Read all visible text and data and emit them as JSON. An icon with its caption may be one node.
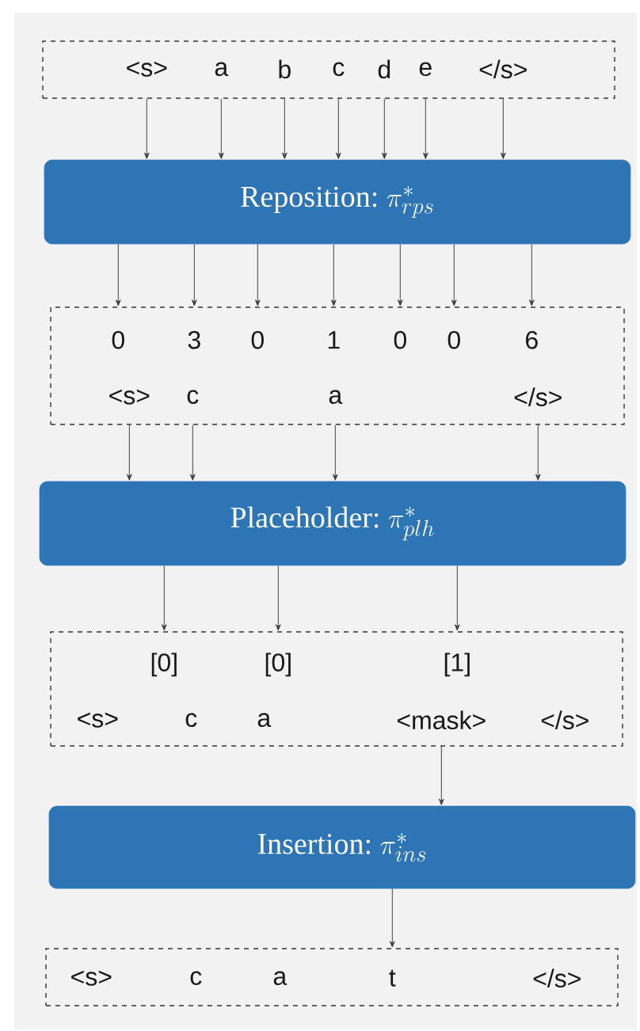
{
  "diagram": {
    "nodes": [
      {
        "text": [],
        "shape": "box"
      },
      {
        "text": [
          "<s>"
        ],
        "in": 0
      },
      {
        "text": [
          "a"
        ],
        "in": 0
      },
      {
        "text": [
          "b"
        ],
        "in": 0
      },
      {
        "text": [
          "c"
        ],
        "in": 0
      },
      {
        "text": [
          "d"
        ],
        "in": 0
      },
      {
        "text": [
          "e"
        ],
        "in": 0
      },
      {
        "text": [
          "</s>"
        ],
        "in": 0
      },
      {
        "text": [
          "Reposition:",
          "\\pi^{*}_{rps}"
        ]
      },
      {
        "text": [],
        "shape": "box"
      },
      {
        "text": [
          "0"
        ],
        "in": 9
      },
      {
        "text": [
          "3"
        ],
        "in": 9
      },
      {
        "text": [
          "0"
        ],
        "in": 9
      },
      {
        "text": [
          "1"
        ],
        "in": 9
      },
      {
        "text": [
          "0"
        ],
        "in": 9
      },
      {
        "text": [
          "0"
        ],
        "in": 9
      },
      {
        "text": [
          "6"
        ],
        "in": 9
      },
      {
        "text": [
          "<s>"
        ],
        "in": 9
      },
      {
        "text": [
          "c"
        ],
        "in": 9
      },
      {
        "text": [
          "a"
        ],
        "in": 9
      },
      {
        "text": [
          "</s>"
        ],
        "in": 9
      },
      {
        "text": [
          "Placeholder:",
          "\\pi^{*}_{plh}"
        ]
      },
      {
        "text": [],
        "shape": "box"
      },
      {
        "text": [
          "[0]"
        ],
        "in": 22
      },
      {
        "text": [
          "[0]"
        ],
        "in": 22
      },
      {
        "text": [
          "[1]"
        ],
        "in": 22
      },
      {
        "text": [
          "<s>"
        ],
        "in": 22
      },
      {
        "text": [
          "c"
        ],
        "in": 22
      },
      {
        "text": [
          "a"
        ],
        "in": 22
      },
      {
        "text": [
          "<mask>"
        ],
        "in": 22
      },
      {
        "text": [
          "</s>"
        ],
        "in": 22
      },
      {
        "text": [
          "Insertion:",
          "\\pi^{*}_{ins}"
        ]
      },
      {
        "text": [],
        "shape": "box"
      },
      {
        "text": [
          "<s>"
        ],
        "in": 32
      },
      {
        "text": [
          "c"
        ],
        "in": 32
      },
      {
        "text": [
          "a"
        ],
        "in": 32
      },
      {
        "text": [
          "t"
        ],
        "in": 32
      },
      {
        "text": [
          "</s>"
        ],
        "in": 32
      }
    ],
    "edges": [
      {
        "from": 1,
        "to": 8,
        "arrow": "to"
      },
      {
        "from": 2,
        "to": 8,
        "arrow": "to"
      },
      {
        "from": 3,
        "to": 8,
        "arrow": "to"
      },
      {
        "from": 4,
        "to": 8,
        "arrow": "to"
      },
      {
        "from": 5,
        "to": 8,
        "arrow": "to"
      },
      {
        "from": 6,
        "to": 8,
        "arrow": "to"
      },
      {
        "from": 7,
        "to": 8,
        "arrow": "to"
      },
      {
        "from": 8,
        "to": 10,
        "arrow": "to"
      },
      {
        "from": 8,
        "to": 11,
        "arrow": "to"
      },
      {
        "from": 8,
        "to": 12,
        "arrow": "to"
      },
      {
        "from": 8,
        "to": 13,
        "arrow": "to"
      },
      {
        "from": 8,
        "to": 14,
        "arrow": "to"
      },
      {
        "from": 8,
        "to": 15,
        "arrow": "to"
      },
      {
        "from": 8,
        "to": 16,
        "arrow": "to"
      },
      {
        "from": 17,
        "to": 21,
        "arrow": "to"
      },
      {
        "from": 18,
        "to": 21,
        "arrow": "to"
      },
      {
        "from": 19,
        "to": 21,
        "arrow": "to"
      },
      {
        "from": 20,
        "to": 21,
        "arrow": "to"
      },
      {
        "from": 21,
        "to": 23,
        "arrow": "to"
      },
      {
        "from": 21,
        "to": 24,
        "arrow": "to"
      },
      {
        "from": 21,
        "to": 25,
        "arrow": "to"
      },
      {
        "from": 29,
        "to": 31,
        "arrow": "to"
      },
      {
        "from": 31,
        "to": 36,
        "arrow": "to"
      }
    ]
  }
}
